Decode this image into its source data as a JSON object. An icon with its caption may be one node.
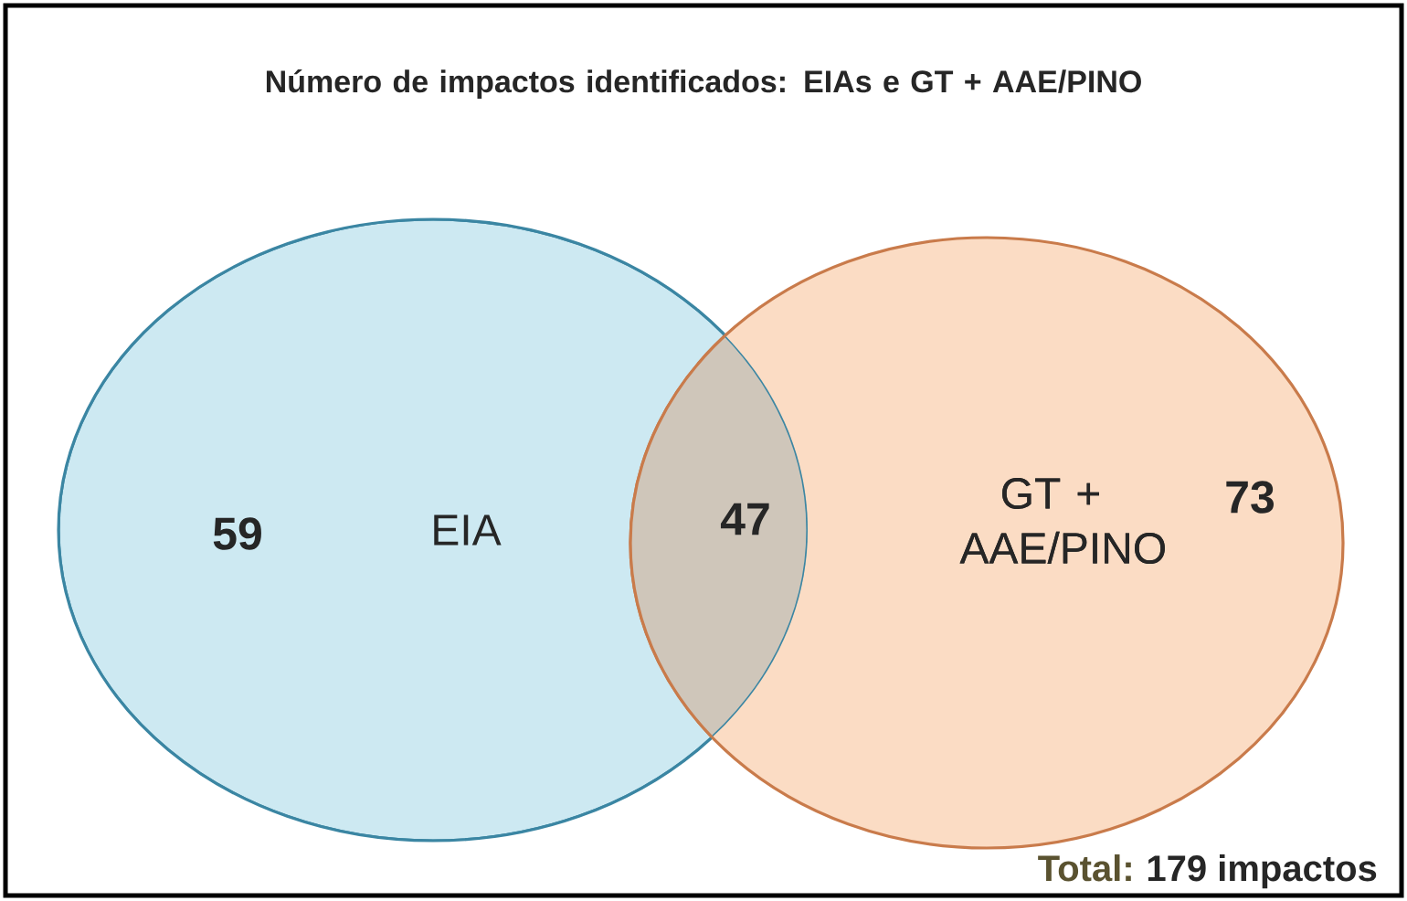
{
  "diagram": {
    "title": "Número de impactos identificados: EIAs e GT + AAE/PINO",
    "nodes": [
      {
        "text": [
          "EIA"
        ]
      },
      {
        "text": [
          "GT + AAE/PINO"
        ]
      }
    ],
    "labels": [
      "59",
      "47",
      "73",
      "Total:",
      "179 impactos"
    ]
  }
}
